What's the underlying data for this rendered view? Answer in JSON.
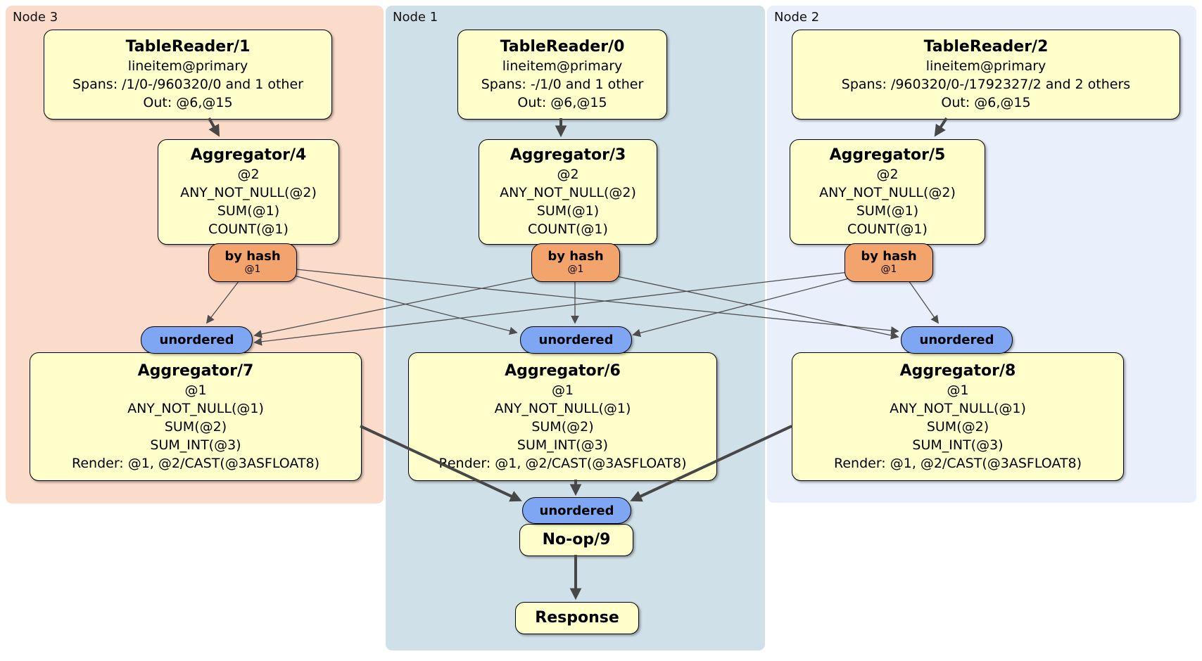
{
  "colors": {
    "node3_bg": "#fbdccb",
    "node1_bg": "#d0e0e8",
    "node2_bg": "#e9effb",
    "processor_fill": "#ffffcc",
    "router_fill": "#f3a36c",
    "sync_fill": "#7ea6f2",
    "edge": "#4d4d4d"
  },
  "groups": {
    "node3": {
      "label": "Node 3",
      "tablereader": {
        "title": "TableReader/1",
        "lines": [
          "lineitem@primary",
          "Spans: /1/0-/960320/0 and 1 other",
          "Out: @6,@15"
        ]
      },
      "aggregator_top": {
        "title": "Aggregator/4",
        "lines": [
          "@2",
          "ANY_NOT_NULL(@2)",
          "SUM(@1)",
          "COUNT(@1)"
        ]
      },
      "router": {
        "label": "by hash",
        "detail": "@1"
      },
      "sync": {
        "label": "unordered"
      },
      "aggregator_bottom": {
        "title": "Aggregator/7",
        "lines": [
          "@1",
          "ANY_NOT_NULL(@1)",
          "SUM(@2)",
          "SUM_INT(@3)",
          "Render: @1, @2/CAST(@3ASFLOAT8)"
        ]
      }
    },
    "node1": {
      "label": "Node 1",
      "tablereader": {
        "title": "TableReader/0",
        "lines": [
          "lineitem@primary",
          "Spans: -/1/0 and 1 other",
          "Out: @6,@15"
        ]
      },
      "aggregator_top": {
        "title": "Aggregator/3",
        "lines": [
          "@2",
          "ANY_NOT_NULL(@2)",
          "SUM(@1)",
          "COUNT(@1)"
        ]
      },
      "router": {
        "label": "by hash",
        "detail": "@1"
      },
      "sync": {
        "label": "unordered"
      },
      "aggregator_bottom": {
        "title": "Aggregator/6",
        "lines": [
          "@1",
          "ANY_NOT_NULL(@1)",
          "SUM(@2)",
          "SUM_INT(@3)",
          "Render: @1, @2/CAST(@3ASFLOAT8)"
        ]
      },
      "final": {
        "sync_label": "unordered",
        "noop_title": "No-op/9",
        "response_title": "Response"
      }
    },
    "node2": {
      "label": "Node 2",
      "tablereader": {
        "title": "TableReader/2",
        "lines": [
          "lineitem@primary",
          "Spans: /960320/0-/1792327/2 and 2 others",
          "Out: @6,@15"
        ]
      },
      "aggregator_top": {
        "title": "Aggregator/5",
        "lines": [
          "@2",
          "ANY_NOT_NULL(@2)",
          "SUM(@1)",
          "COUNT(@1)"
        ]
      },
      "router": {
        "label": "by hash",
        "detail": "@1"
      },
      "sync": {
        "label": "unordered"
      },
      "aggregator_bottom": {
        "title": "Aggregator/8",
        "lines": [
          "@1",
          "ANY_NOT_NULL(@1)",
          "SUM(@2)",
          "SUM_INT(@3)",
          "Render: @1, @2/CAST(@3ASFLOAT8)"
        ]
      }
    }
  }
}
